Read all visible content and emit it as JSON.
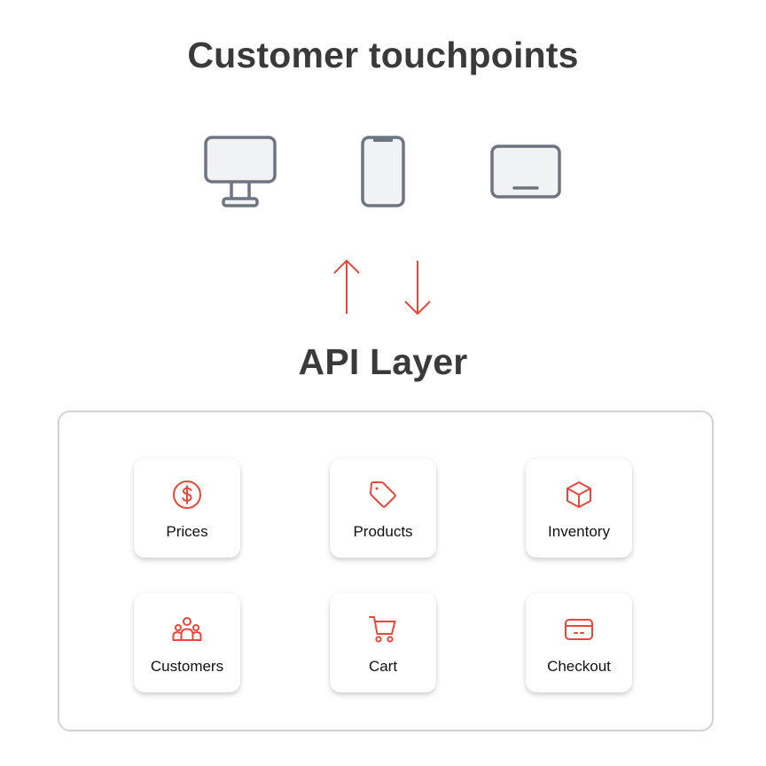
{
  "header": {
    "title": "Customer touchpoints"
  },
  "api": {
    "title": "API Layer"
  },
  "devices": [
    {
      "icon": "desktop-monitor-icon"
    },
    {
      "icon": "smartphone-icon"
    },
    {
      "icon": "tablet-icon"
    }
  ],
  "connection": {
    "icons": [
      "arrow-up-icon",
      "arrow-down-icon"
    ]
  },
  "services": [
    {
      "label": "Prices",
      "icon": "dollar-circle-icon"
    },
    {
      "label": "Products",
      "icon": "tag-icon"
    },
    {
      "label": "Inventory",
      "icon": "box-icon"
    },
    {
      "label": "Customers",
      "icon": "users-group-icon"
    },
    {
      "label": "Cart",
      "icon": "shopping-cart-icon"
    },
    {
      "label": "Checkout",
      "icon": "credit-card-icon"
    }
  ],
  "colors": {
    "accent": "#e8473a",
    "device_stroke": "#6e7480",
    "device_fill": "#f1f2f4",
    "title_text": "#3a3a3c",
    "border": "#d1d1d6"
  }
}
